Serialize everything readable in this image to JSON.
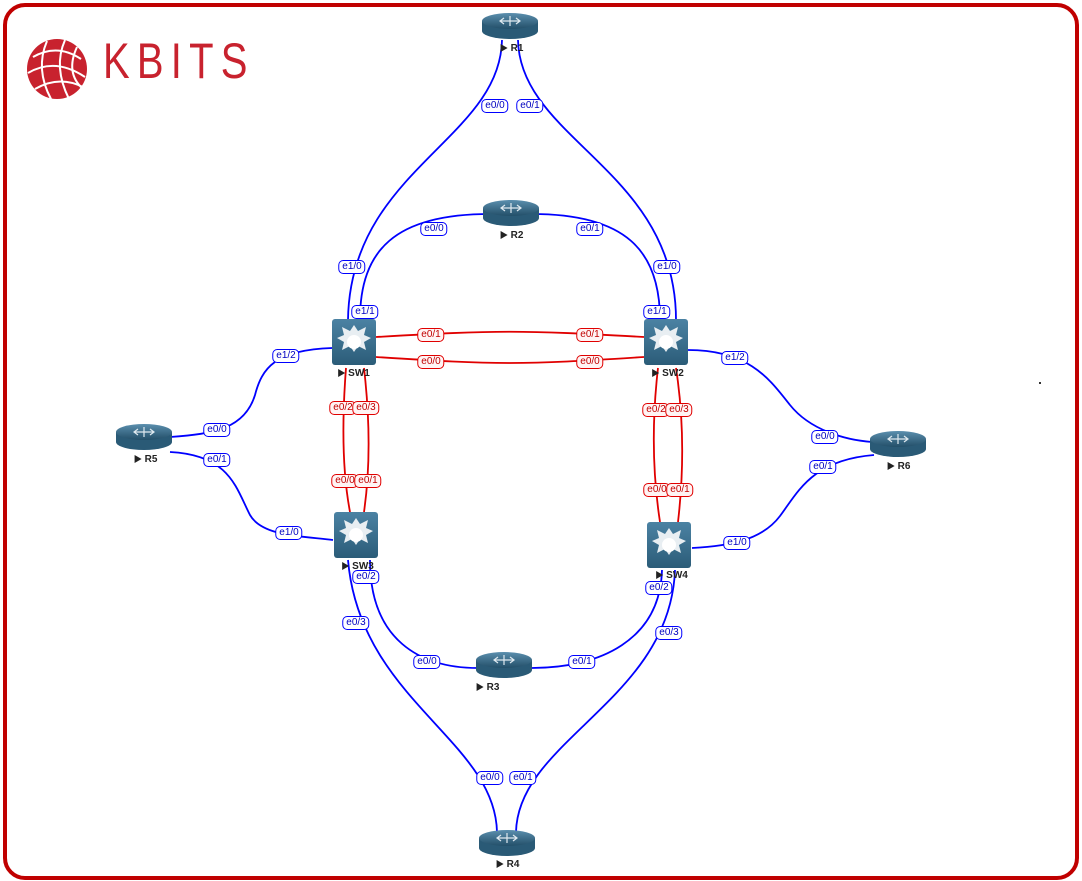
{
  "logo": {
    "text": "KBITS"
  },
  "colors": {
    "frame": "#c00000",
    "trunk_link": "#e00000",
    "access_link": "#0000ff",
    "device": "#2f6b8a"
  },
  "nodes": {
    "R1": "R1",
    "R2": "R2",
    "R3": "R3",
    "R4": "R4",
    "R5": "R5",
    "R6": "R6",
    "SW1": "SW1",
    "SW2": "SW2",
    "SW3": "SW3",
    "SW4": "SW4"
  },
  "links": [
    {
      "a": "R1",
      "a_if": "e0/0",
      "b": "SW1",
      "b_if": "e1/0"
    },
    {
      "a": "R1",
      "a_if": "e0/1",
      "b": "SW2",
      "b_if": "e1/0"
    },
    {
      "a": "R2",
      "a_if": "e0/0",
      "b": "SW1",
      "b_if": "e1/1"
    },
    {
      "a": "R2",
      "a_if": "e0/1",
      "b": "SW2",
      "b_if": "e1/1"
    },
    {
      "a": "SW1",
      "a_if": "e0/1",
      "b": "SW2",
      "b_if": "e0/1"
    },
    {
      "a": "SW1",
      "a_if": "e0/0",
      "b": "SW2",
      "b_if": "e0/0"
    },
    {
      "a": "SW1",
      "a_if": "e1/2",
      "b": "R5",
      "b_if": "e0/0"
    },
    {
      "a": "R5",
      "a_if": "e0/1",
      "b": "SW3",
      "b_if": "e1/0"
    },
    {
      "a": "SW1",
      "a_if": "e0/2",
      "b": "SW3",
      "b_if": "e0/0"
    },
    {
      "a": "SW1",
      "a_if": "e0/3",
      "b": "SW3",
      "b_if": "e0/1"
    },
    {
      "a": "SW2",
      "a_if": "e0/2",
      "b": "SW4",
      "b_if": "e0/0"
    },
    {
      "a": "SW2",
      "a_if": "e0/3",
      "b": "SW4",
      "b_if": "e0/1"
    },
    {
      "a": "SW2",
      "a_if": "e1/2",
      "b": "R6",
      "b_if": "e0/0"
    },
    {
      "a": "R6",
      "a_if": "e0/1",
      "b": "SW4",
      "b_if": "e1/0"
    },
    {
      "a": "SW3",
      "a_if": "e0/2",
      "b": "R3",
      "b_if": "e0/0"
    },
    {
      "a": "SW4",
      "a_if": "e0/2",
      "b": "R3",
      "b_if": "e0/1"
    },
    {
      "a": "SW3",
      "a_if": "e0/3",
      "b": "R4",
      "b_if": "e0/0"
    },
    {
      "a": "SW4",
      "a_if": "e0/3",
      "b": "R4",
      "b_if": "e0/1"
    }
  ]
}
